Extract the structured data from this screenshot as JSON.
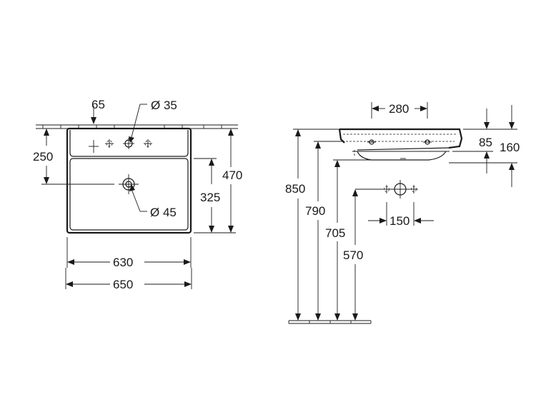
{
  "top_view": {
    "tap_hole_offset": "65",
    "tap_hole_diameter": "Ø 35",
    "depth_to_waste": "250",
    "waste_diameter": "Ø 45",
    "bowl_depth": "325",
    "overall_depth": "470",
    "inner_width": "630",
    "overall_width": "650"
  },
  "side_view": {
    "tap_hole_spacing": "280",
    "rim_height": "85",
    "basin_height": "160",
    "waste_spacing": "150",
    "height_rim": "850",
    "height_underside": "790",
    "height_waste_outlet": "705",
    "height_waste_pipe": "570"
  }
}
